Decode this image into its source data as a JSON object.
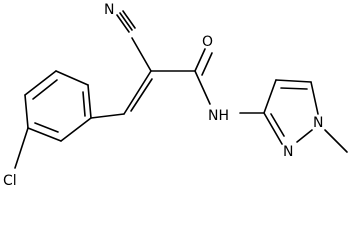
{
  "molecule": {
    "atoms": {
      "n_nitrile": "N",
      "c_nitrile": "C",
      "o_carbonyl": "O",
      "nh_amide": "NH",
      "n_pyrazole_1": "N",
      "n_pyrazole_2": "N",
      "cl": "Cl"
    }
  }
}
